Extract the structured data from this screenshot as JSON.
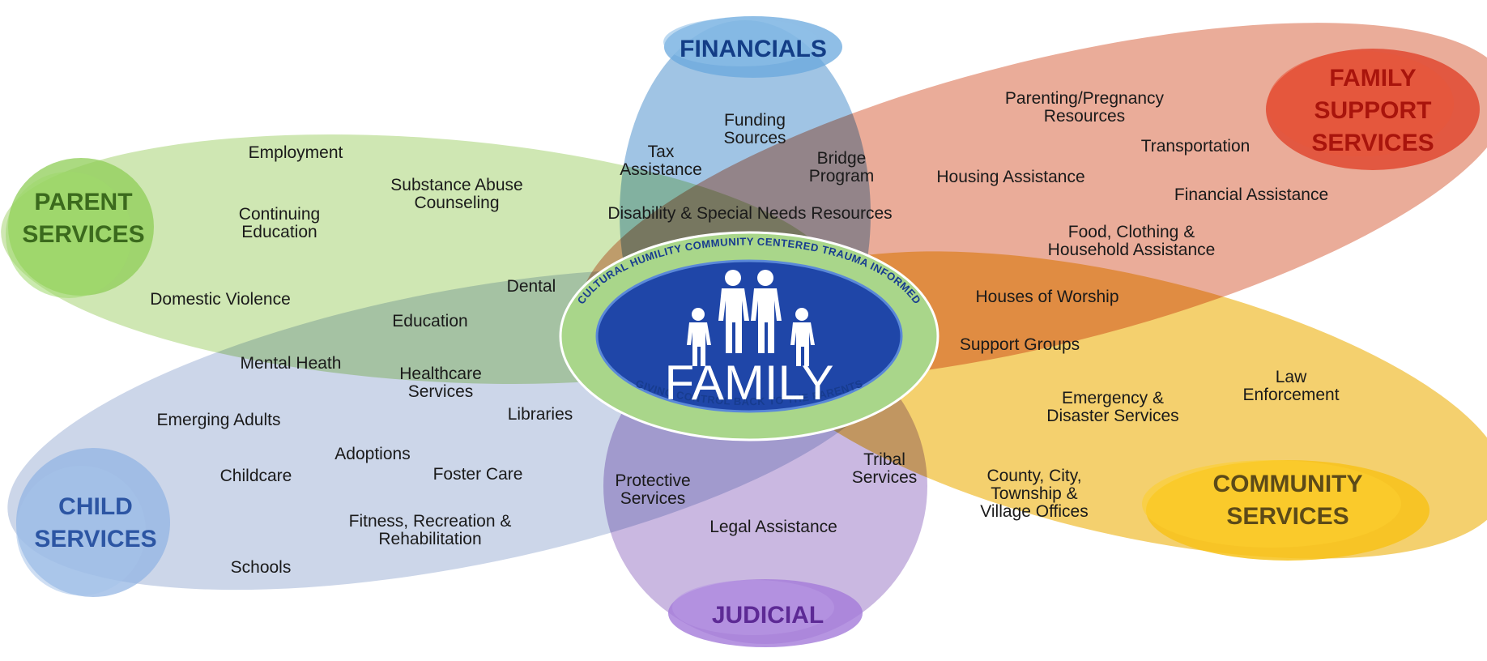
{
  "colors": {
    "parent": "#9bd36a",
    "child": "#a9bde0",
    "financials": "#6aa8d8",
    "judicial": "#a98bd6",
    "family_support": "#e98a72",
    "community": "#f1c232",
    "center_blue": "#1f46a8",
    "center_ring": "#a9d68a"
  },
  "categories": {
    "parent": [
      "PARENT",
      "SERVICES"
    ],
    "child": [
      "CHILD",
      "SERVICES"
    ],
    "financials": [
      "FINANCIALS"
    ],
    "judicial": [
      "JUDICIAL"
    ],
    "family_support": [
      "FAMILY",
      "SUPPORT",
      "SERVICES"
    ],
    "community": [
      "COMMUNITY",
      "SERVICES"
    ]
  },
  "center": {
    "word": "FAMILY",
    "arc_left": "CULTURAL HUMILITY",
    "arc_top": "COMMUNITY CENTERED",
    "arc_right": "TRAUMA INFORMED",
    "arc_bottom": "GIVING CONTROL BACK TO THE PARENTS",
    "icon": "family-figures-icon"
  },
  "labels": {
    "employment": [
      "Employment"
    ],
    "substance": [
      "Substance Abuse",
      "Counseling"
    ],
    "continuing": [
      "Continuing",
      "Education"
    ],
    "domestic": [
      "Domestic Violence"
    ],
    "dental": [
      "Dental"
    ],
    "education": [
      "Education"
    ],
    "mental": [
      "Mental Heath"
    ],
    "healthcare": [
      "Healthcare",
      "Services"
    ],
    "libraries": [
      "Libraries"
    ],
    "emerging": [
      "Emerging Adults"
    ],
    "adoptions": [
      "Adoptions"
    ],
    "childcare": [
      "Childcare"
    ],
    "foster": [
      "Foster Care"
    ],
    "fitness": [
      "Fitness, Recreation &",
      "Rehabilitation"
    ],
    "schools": [
      "Schools"
    ],
    "funding": [
      "Funding",
      "Sources"
    ],
    "tax": [
      "Tax",
      "Assistance"
    ],
    "bridge": [
      "Bridge",
      "Program"
    ],
    "disability": [
      "Disability & Special Needs Resources"
    ],
    "parenting": [
      "Parenting/Pregnancy",
      "Resources"
    ],
    "transportation": [
      "Transportation"
    ],
    "housing": [
      "Housing Assistance"
    ],
    "financial": [
      "Financial Assistance"
    ],
    "food": [
      "Food, Clothing &",
      "Household Assistance"
    ],
    "worship": [
      "Houses of Worship"
    ],
    "support": [
      "Support Groups"
    ],
    "emergency": [
      "Emergency &",
      "Disaster Services"
    ],
    "law": [
      "Law",
      "Enforcement"
    ],
    "county": [
      "County, City,",
      "Township  &",
      "Village Offices"
    ],
    "tribal": [
      "Tribal",
      "Services"
    ],
    "protective": [
      "Protective",
      "Services"
    ],
    "legal": [
      "Legal Assistance"
    ]
  }
}
